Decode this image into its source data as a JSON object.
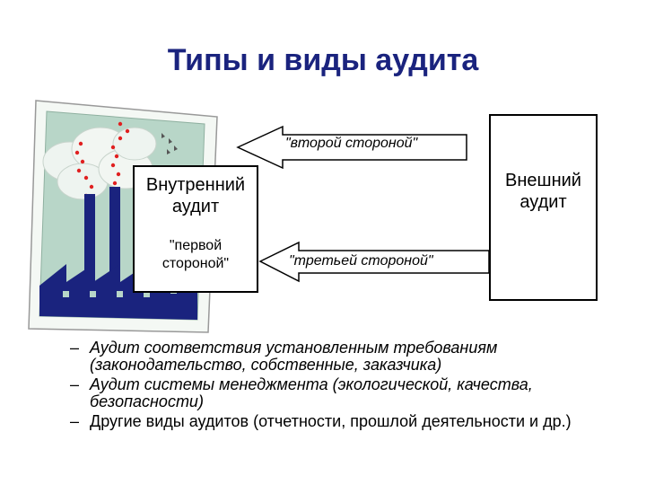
{
  "title": "Типы и виды аудита",
  "internal_audit": {
    "title": "Внутренний\nаудит",
    "subtitle": "\"первой\nстороной\""
  },
  "external_audit": {
    "title": "Внешний\nаудит"
  },
  "arrows": {
    "second_party": "\"второй стороной\"",
    "third_party": "\"третьей стороной\""
  },
  "bullets": [
    {
      "dash": "–",
      "text": "Аудит соответствия установленным требованиям (законодательство, собственные, заказчика)"
    },
    {
      "dash": "–",
      "text": "Аудит системы менеджмента (экологической, качества, безопасности)"
    },
    {
      "dash": "–",
      "text": "Другие виды аудитов (отчетности, прошлой деятельности и др.)"
    }
  ],
  "colors": {
    "title": "#1a237e",
    "factory_body": "#1a237e",
    "factory_frame": "#b8d6c8",
    "smoke_dots": "#e02020",
    "arrow_fill": "#ffffff"
  }
}
